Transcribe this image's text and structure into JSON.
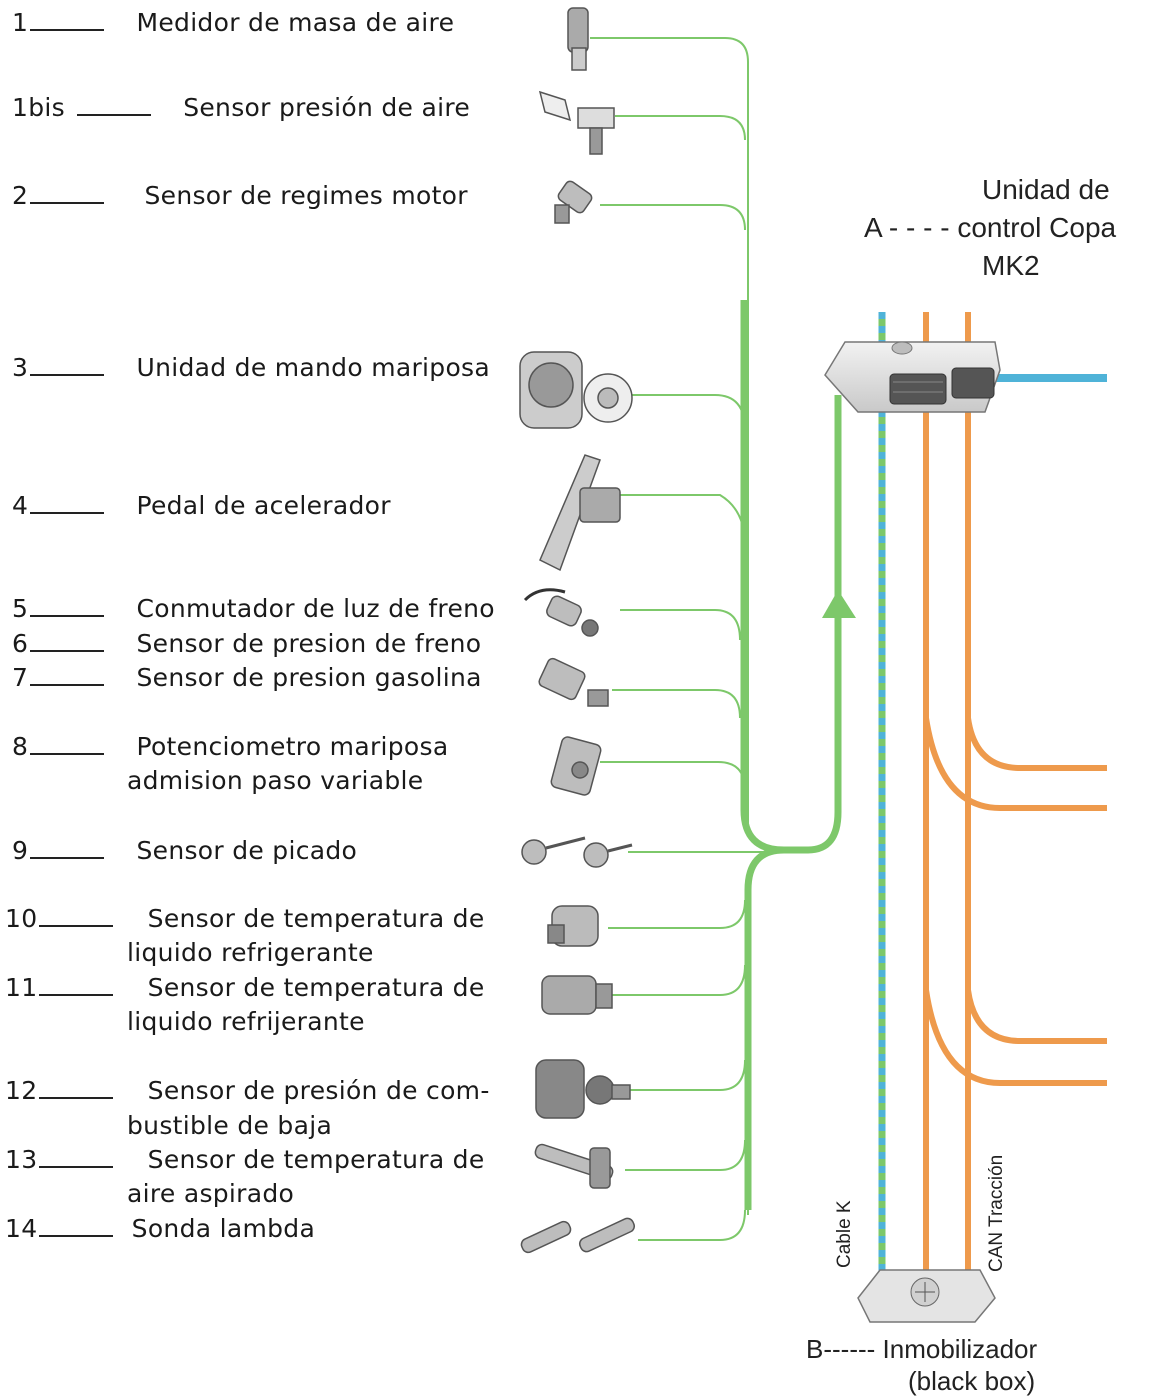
{
  "colors": {
    "green": "#7dc86a",
    "blue": "#4fb3d8",
    "orange": "#ee9a4c",
    "text": "#1a1a1a",
    "component": "#6a6a6a"
  },
  "sensors": [
    {
      "num": "1",
      "text": "Medidor de masa de aire",
      "icon": "air-mass-meter-icon"
    },
    {
      "num": "1bis",
      "text": "Sensor presión  de aire",
      "icon": "air-pressure-sensor-icon"
    },
    {
      "num": "2",
      "text": "Sensor de regimes motor",
      "icon": "engine-speed-sensor-icon"
    },
    {
      "num": "3",
      "text": "Unidad de mando mariposa",
      "icon": "throttle-unit-icon"
    },
    {
      "num": "4",
      "text": "Pedal de acelerador",
      "icon": "accelerator-pedal-icon"
    },
    {
      "num": "5",
      "text": "Conmutador de luz de freno",
      "icon": "brake-light-switch-icon"
    },
    {
      "num": "6",
      "text": "Sensor de presion de freno",
      "icon": "brake-pressure-sensor-icon"
    },
    {
      "num": "7",
      "text": "Sensor de presion gasolina",
      "icon": "fuel-pressure-sensor-icon"
    },
    {
      "num": "8",
      "text": "Potenciometro mariposa",
      "text2": "admision paso variable",
      "icon": "intake-potentiometer-icon"
    },
    {
      "num": "9",
      "text": "Sensor de picado",
      "icon": "knock-sensor-icon"
    },
    {
      "num": "10",
      "text": "Sensor de temperatura de",
      "text2": "liquido refrigerante",
      "icon": "coolant-temp-sensor-icon"
    },
    {
      "num": "11",
      "text": "Sensor de temperatura de",
      "text2": "liquido refrijerante",
      "icon": "coolant-temp-sensor-2-icon"
    },
    {
      "num": "12",
      "text": "Sensor de presión de com-",
      "text2": "bustible de baja",
      "icon": "low-fuel-pressure-sensor-icon"
    },
    {
      "num": "13",
      "text": "Sensor de temperatura de",
      "text2": "aire aspirado",
      "icon": "intake-air-temp-sensor-icon"
    },
    {
      "num": "14",
      "text": "Sonda lambda",
      "icon": "lambda-probe-icon"
    }
  ],
  "control_unit": {
    "prefix": "A",
    "dashes": "- - - -",
    "line1": "Unidad de",
    "line2": "control Copa",
    "line3": "MK2",
    "icon": "ecu-icon"
  },
  "wires": {
    "k": "Cable K",
    "can": "CAN Tracción"
  },
  "immobilizer": {
    "prefix": "B------",
    "line1": "Inmobilizador",
    "line2": "(black box)",
    "icon": "immobilizer-icon"
  }
}
